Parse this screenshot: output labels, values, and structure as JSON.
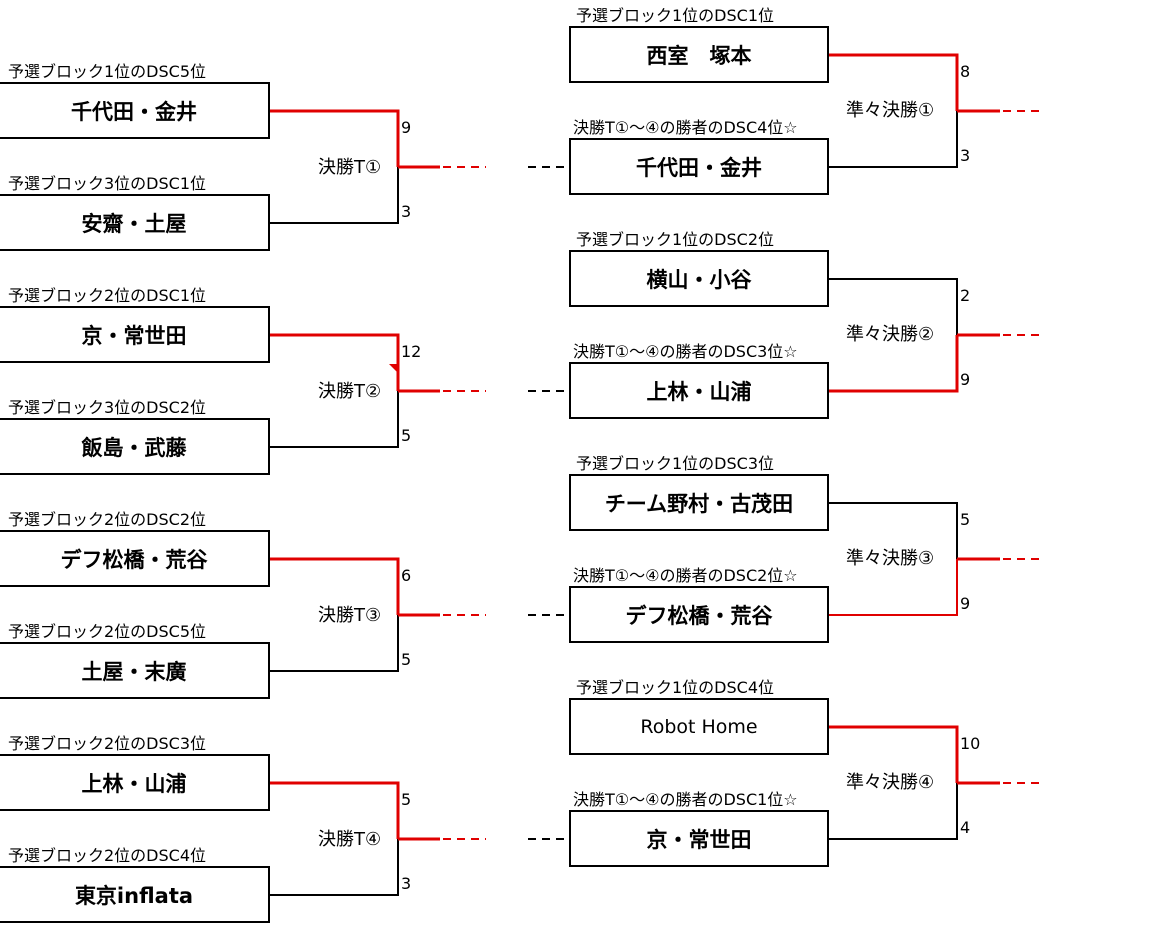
{
  "colors": {
    "winner_line": "#e00000",
    "line": "#000000"
  },
  "left_matches": [
    {
      "label": "決勝T①",
      "team1": {
        "caption": "予選ブロック1位のDSC5位",
        "name": "千代田・金井",
        "score": "9"
      },
      "team2": {
        "caption": "予選ブロック3位のDSC1位",
        "name": "安齋・土屋",
        "score": "3"
      },
      "winner": 1
    },
    {
      "label": "決勝T②",
      "team1": {
        "caption": "予選ブロック2位のDSC1位",
        "name": "京・常世田",
        "score": "12"
      },
      "team2": {
        "caption": "予選ブロック3位のDSC2位",
        "name": "飯島・武藤",
        "score": "5"
      },
      "winner": 1
    },
    {
      "label": "決勝T③",
      "team1": {
        "caption": "予選ブロック2位のDSC2位",
        "name": "デフ松橋・荒谷",
        "score": "6"
      },
      "team2": {
        "caption": "予選ブロック2位のDSC5位",
        "name": "土屋・末廣",
        "score": "5"
      },
      "winner": 1
    },
    {
      "label": "決勝T④",
      "team1": {
        "caption": "予選ブロック2位のDSC3位",
        "name": "上林・山浦",
        "score": "5"
      },
      "team2": {
        "caption": "予選ブロック2位のDSC4位",
        "name": "東京inflata",
        "score": "3"
      },
      "winner": 1
    }
  ],
  "right_matches": [
    {
      "label": "準々決勝①",
      "team1": {
        "caption": "予選ブロック1位のDSC1位",
        "name": "西室　塚本",
        "score": "8"
      },
      "team2": {
        "caption": "決勝T①～④の勝者のDSC4位☆",
        "name": "千代田・金井",
        "score": "3"
      },
      "winner": 1
    },
    {
      "label": "準々決勝②",
      "team1": {
        "caption": "予選ブロック1位のDSC2位",
        "name": "横山・小谷",
        "score": "2"
      },
      "team2": {
        "caption": "決勝T①～④の勝者のDSC3位☆",
        "name": "上林・山浦",
        "score": "9"
      },
      "winner": 2
    },
    {
      "label": "準々決勝③",
      "team1": {
        "caption": "予選ブロック1位のDSC3位",
        "name": "チーム野村・古茂田",
        "score": "5"
      },
      "team2": {
        "caption": "決勝T①～④の勝者のDSC2位☆",
        "name": "デフ松橋・荒谷",
        "score": "9"
      },
      "winner": 2
    },
    {
      "label": "準々決勝④",
      "team1": {
        "caption": "予選ブロック1位のDSC4位",
        "name": "Robot Home",
        "score": "10"
      },
      "team2": {
        "caption": "決勝T①～④の勝者のDSC1位☆",
        "name": "京・常世田",
        "score": "4"
      },
      "winner": 1
    }
  ]
}
